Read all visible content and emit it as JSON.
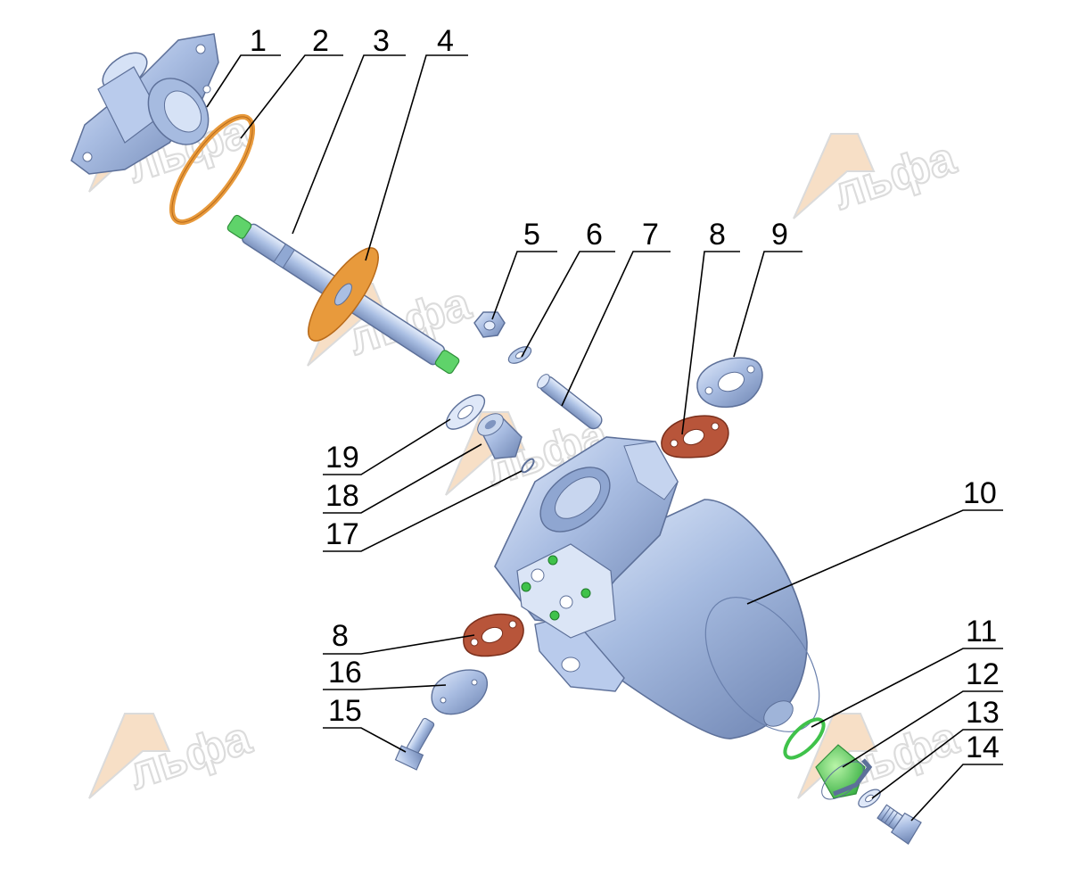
{
  "watermark": {
    "text": "льфа",
    "letter": "А"
  },
  "callouts": [
    {
      "id": "c1",
      "label": "1"
    },
    {
      "id": "c2",
      "label": "2"
    },
    {
      "id": "c3",
      "label": "3"
    },
    {
      "id": "c4",
      "label": "4"
    },
    {
      "id": "c5",
      "label": "5"
    },
    {
      "id": "c6",
      "label": "6"
    },
    {
      "id": "c7",
      "label": "7"
    },
    {
      "id": "c8a",
      "label": "8"
    },
    {
      "id": "c9",
      "label": "9"
    },
    {
      "id": "c10",
      "label": "10"
    },
    {
      "id": "c11",
      "label": "11"
    },
    {
      "id": "c12",
      "label": "12"
    },
    {
      "id": "c13",
      "label": "13"
    },
    {
      "id": "c14",
      "label": "14"
    },
    {
      "id": "c15",
      "label": "15"
    },
    {
      "id": "c16",
      "label": "16"
    },
    {
      "id": "c8b",
      "label": "8"
    },
    {
      "id": "c17",
      "label": "17"
    },
    {
      "id": "c18",
      "label": "18"
    },
    {
      "id": "c19",
      "label": "19"
    }
  ],
  "colors": {
    "metal_light": "#c9d7ee",
    "metal_mid": "#9fb4d9",
    "metal_dark": "#6f86b3",
    "orange_ring": "#e89a3c",
    "gasket_brown": "#b8553a",
    "green_accent": "#3fc24a"
  }
}
